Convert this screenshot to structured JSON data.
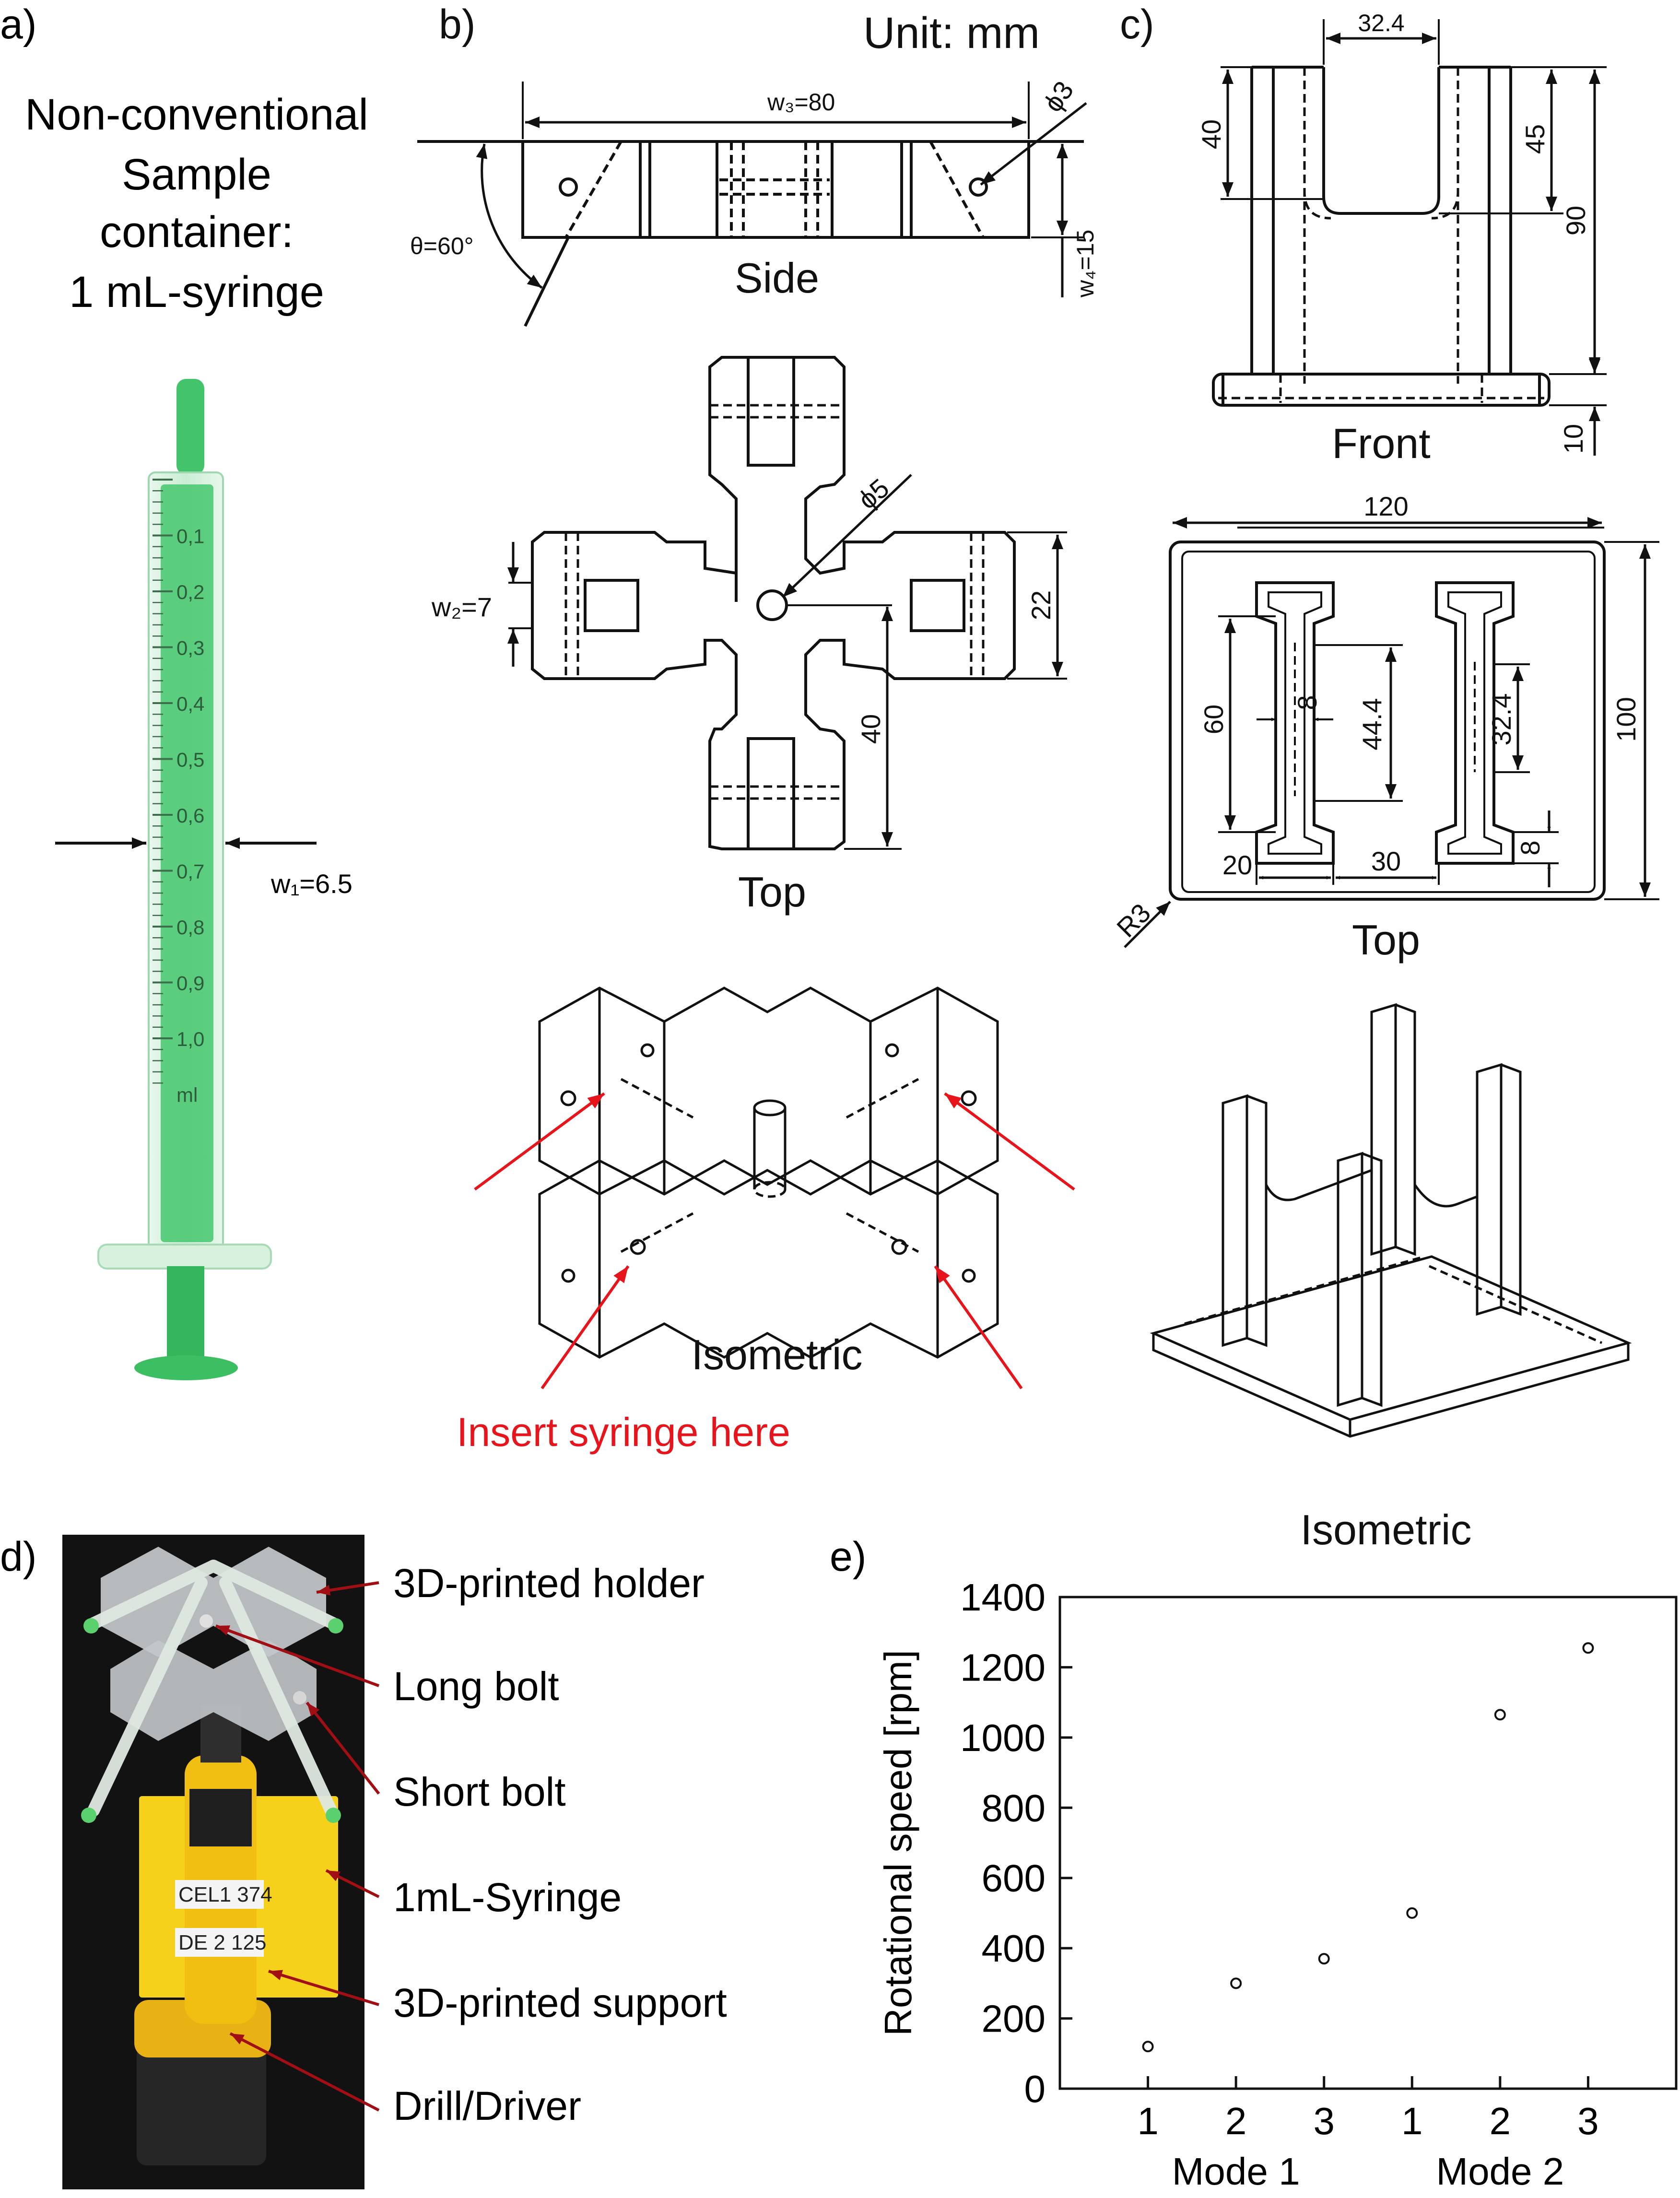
{
  "panels": {
    "a": {
      "label": "a)",
      "title_lines": [
        "Non-conventional",
        "Sample",
        "container:",
        "1 mL-syringe"
      ],
      "scale_labels": [
        "0,1",
        "0,2",
        "0,3",
        "0,4",
        "0,5",
        "0,6",
        "0,7",
        "0,8",
        "0,9",
        "1,0",
        "ml"
      ],
      "width_label": "w₁=6.5",
      "colors": {
        "syringe": "#43c46a",
        "barrel": "#bfe9cc"
      }
    },
    "b": {
      "label": "b)",
      "unit": "Unit: mm",
      "side": {
        "caption": "Side",
        "w3": "w₃=80",
        "phi3": "ϕ3",
        "theta": "θ=60°",
        "w4": "w₄=15"
      },
      "top": {
        "caption": "Top",
        "phi5": "ϕ5",
        "w2": "w₂=7",
        "d22": "22",
        "d40": "40"
      },
      "iso": {
        "caption": "Isometric",
        "insert": "Insert syringe here"
      }
    },
    "c": {
      "label": "c)",
      "front": {
        "caption": "Front",
        "d32_4": "32.4",
        "d40": "40",
        "d45": "45",
        "d90": "90",
        "d10": "10"
      },
      "top": {
        "caption": "Top",
        "d120": "120",
        "d100": "100",
        "d60": "60",
        "d8a": "8",
        "d44_4": "44.4",
        "d32_4": "32.4",
        "d8b": "8",
        "d20": "20",
        "d30": "30",
        "r3": "R3"
      },
      "iso": {
        "caption": "Isometric"
      }
    },
    "d": {
      "label": "d)",
      "annotations": [
        "3D-printed holder",
        "Long bolt",
        "Short bolt",
        "1mL-Syringe",
        "3D-printed support",
        "Drill/Driver"
      ],
      "photo_text": [
        "CEL1 374",
        "DE 2 125"
      ],
      "colors": {
        "background": "#111111",
        "drill": "#f2c318",
        "holder": "#cfd3d6"
      }
    },
    "e": {
      "label": "e)"
    }
  },
  "chart_data": {
    "type": "scatter",
    "ylabel": "Rotational speed [rpm]",
    "xlabel": "",
    "ylim": [
      0,
      1400
    ],
    "yticks": [
      0,
      200,
      400,
      600,
      800,
      1000,
      1200,
      1400
    ],
    "xticks": [
      "1",
      "2",
      "3",
      "1",
      "2",
      "3"
    ],
    "groups": [
      "Mode 1",
      "Mode 2"
    ],
    "grid": false,
    "marker": "open circle",
    "points": [
      {
        "x": 1,
        "y": 120
      },
      {
        "x": 2,
        "y": 300
      },
      {
        "x": 3,
        "y": 370
      },
      {
        "x": 4,
        "y": 500
      },
      {
        "x": 5,
        "y": 1065
      },
      {
        "x": 6,
        "y": 1255
      }
    ]
  }
}
